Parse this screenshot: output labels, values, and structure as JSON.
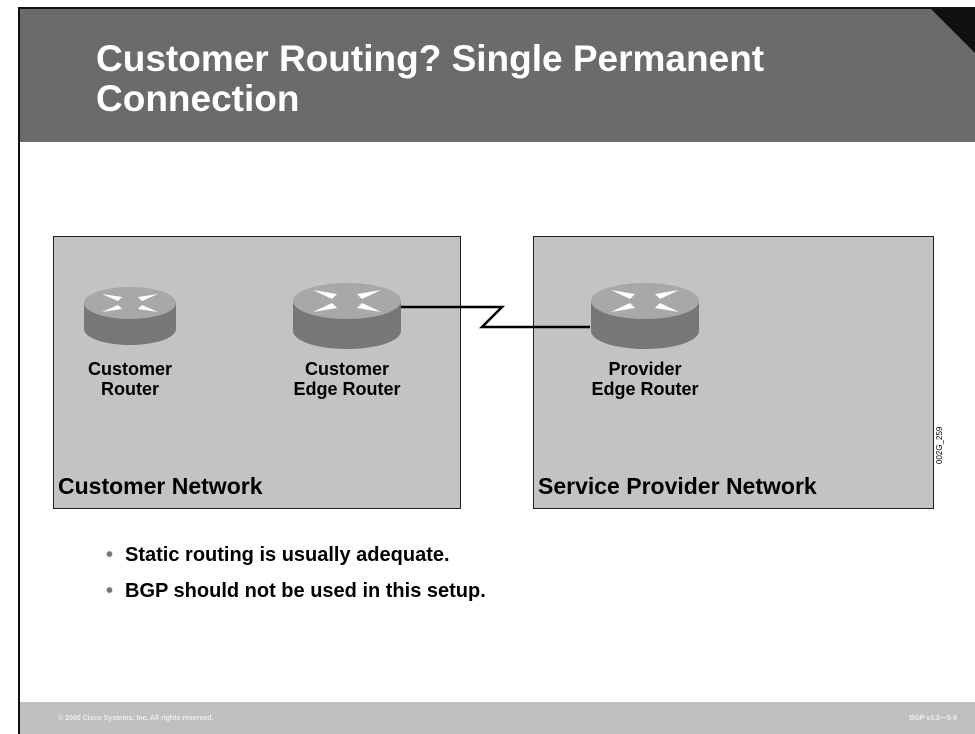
{
  "slide": {
    "title": "Customer Routing? Single Permanent Connection",
    "footer_left": "© 2005 Cisco Systems, Inc. All rights reserved.",
    "footer_right": "BGP v3.2—5-9",
    "figure_id": "002G_259"
  },
  "diagram": {
    "customer_network": {
      "label": "Customer Network",
      "routers": [
        {
          "line1": "Customer",
          "line2": "Router",
          "icon": "router-icon"
        },
        {
          "line1": "Customer",
          "line2": "Edge Router",
          "icon": "router-icon"
        }
      ]
    },
    "provider_network": {
      "label": "Service Provider Network",
      "routers": [
        {
          "line1": "Provider",
          "line2": "Edge Router",
          "icon": "router-icon"
        }
      ]
    },
    "link": {
      "type": "serial",
      "from": "Customer Edge Router",
      "to": "Provider Edge Router"
    }
  },
  "bullets": [
    "Static routing is usually adequate.",
    "BGP should not be used in this setup."
  ]
}
